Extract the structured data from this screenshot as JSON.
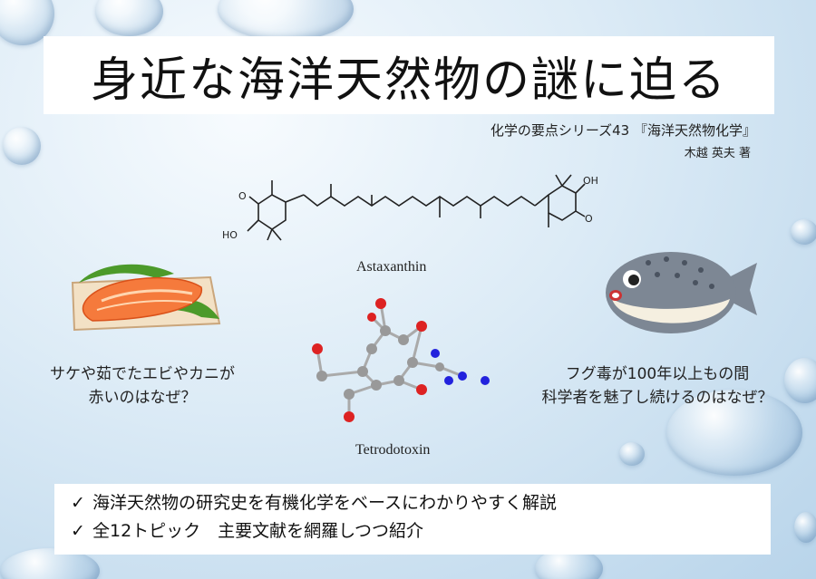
{
  "title": "身近な海洋天然物の謎に迫る",
  "series": "化学の要点シリーズ43 『海洋天然物化学』",
  "author": "木越 英夫 著",
  "molecule1": {
    "name": "Astaxanthin",
    "oh_left": "HO",
    "oh_right": "OH",
    "o_left": "O",
    "o_right": "O"
  },
  "molecule2": {
    "name": "Tetrodotoxin"
  },
  "question_left": [
    "サケや茹でたエビやカニが",
    "赤いのはなぜ？"
  ],
  "question_right": [
    "フグ毒が100年以上もの間",
    "科学者を魅了し続けるのはなぜ？"
  ],
  "bullets": [
    {
      "check": "✓",
      "text": "海洋天然物の研究史を有機化学をベースにわかりやすく解説"
    },
    {
      "check": "✓",
      "text": "全12トピック　主要文献を網羅しつつ紹介"
    }
  ],
  "icons": {
    "salmon": "salmon-illustration",
    "puffer": "pufferfish-illustration"
  }
}
